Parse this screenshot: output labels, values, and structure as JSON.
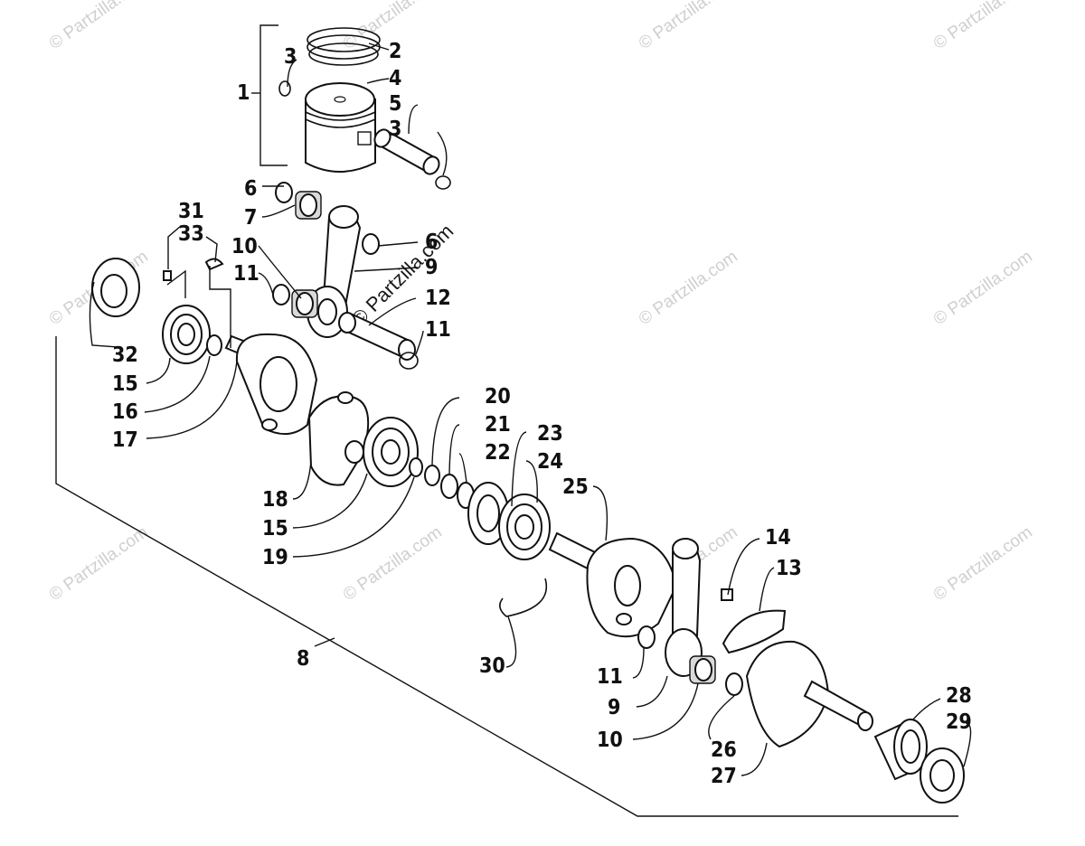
{
  "watermark": {
    "text": "© Partzilla.com",
    "center_text": "© Partzilla.com"
  },
  "callouts": {
    "c1": "1",
    "c2": "2",
    "c3a": "3",
    "c3b": "3",
    "c4": "4",
    "c5": "5",
    "c6a": "6",
    "c6b": "6",
    "c7": "7",
    "c8": "8",
    "c9a": "9",
    "c9b": "9",
    "c10a": "10",
    "c10b": "10",
    "c11a": "11",
    "c11b": "11",
    "c11c": "11",
    "c12": "12",
    "c13": "13",
    "c14": "14",
    "c15a": "15",
    "c15b": "15",
    "c16": "16",
    "c17": "17",
    "c18": "18",
    "c19": "19",
    "c20": "20",
    "c21": "21",
    "c22": "22",
    "c23": "23",
    "c24": "24",
    "c25": "25",
    "c26": "26",
    "c27": "27",
    "c28": "28",
    "c29": "29",
    "c30": "30",
    "c31": "31",
    "c32": "32",
    "c33": "33"
  }
}
